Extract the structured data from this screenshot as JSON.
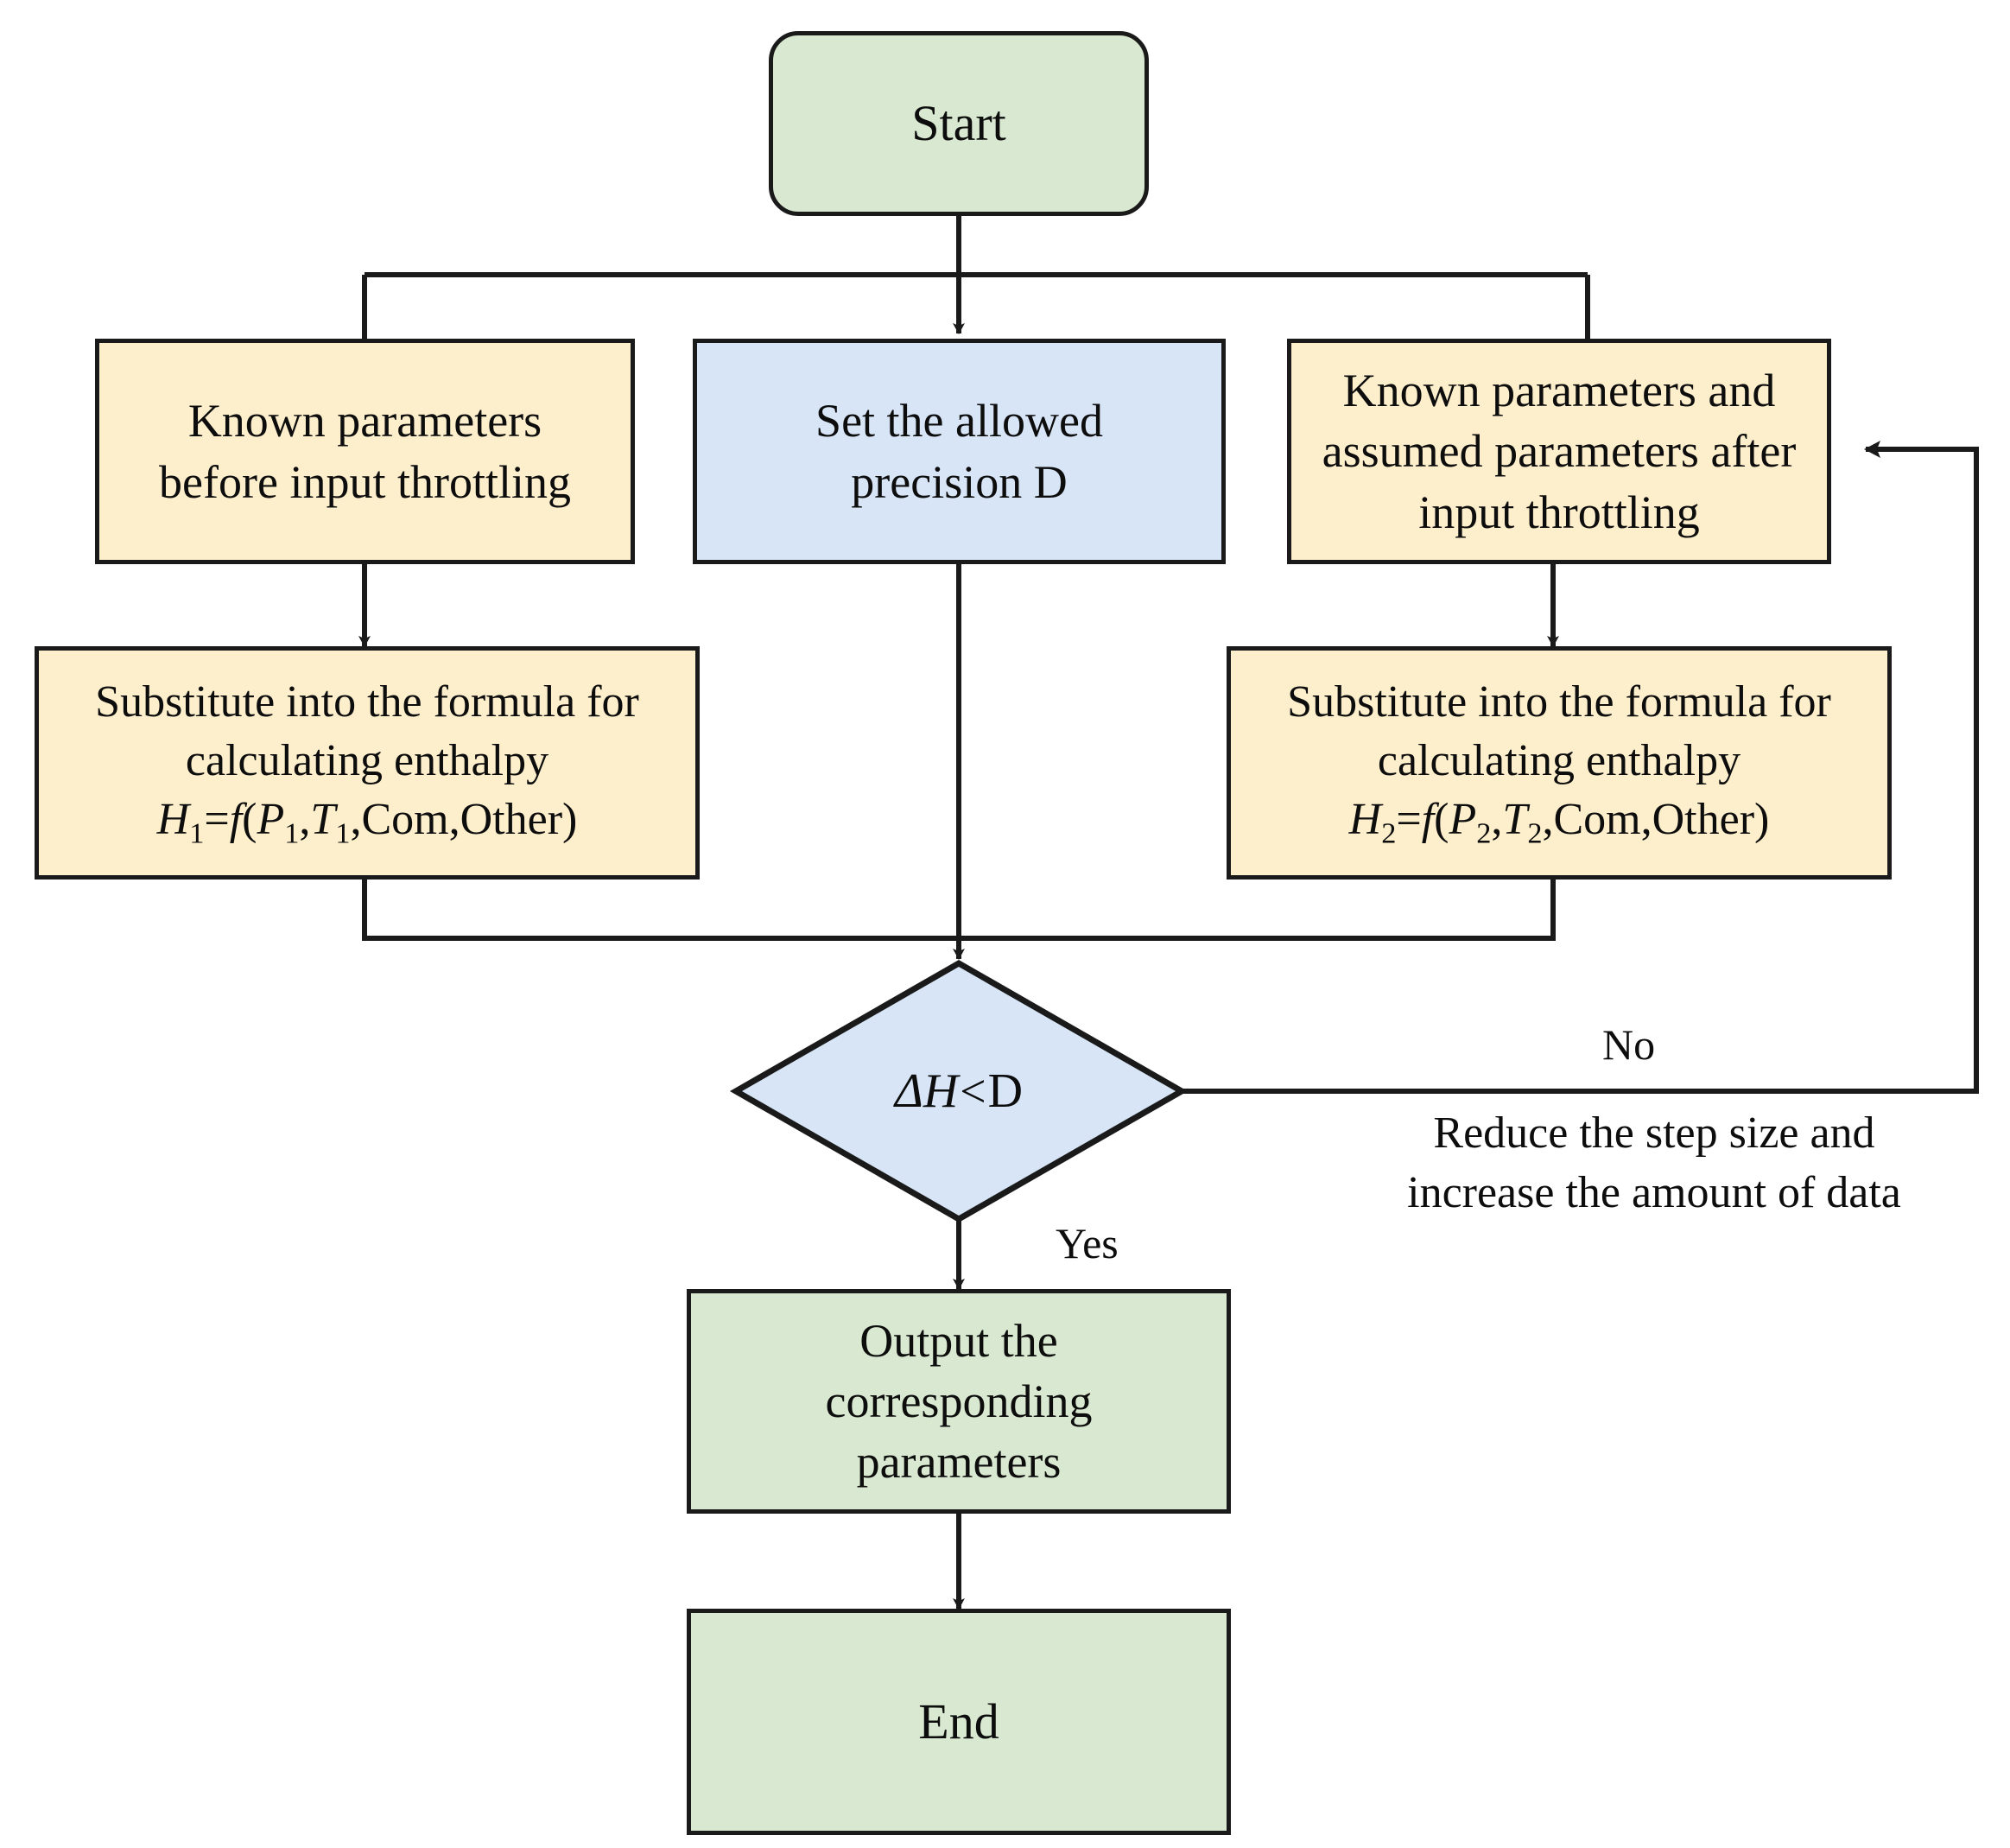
{
  "diagram": {
    "type": "flowchart",
    "title": "Enthalpy iteration flowchart",
    "colors": {
      "terminal_fill": "#d9e8d0",
      "process_fill": "#fdefcc",
      "decision_fill": "#d7e5f7",
      "stroke": "#1a1a1a",
      "background": "#ffffff"
    },
    "nodes": {
      "start": {
        "label": "Start",
        "shape": "rounded-rectangle",
        "fill": "#d9e8d0"
      },
      "known_before": {
        "line1": "Known parameters",
        "line2": "before input throttling",
        "shape": "rectangle",
        "fill": "#fdefcc"
      },
      "set_precision": {
        "line1": "Set the allowed",
        "line2": "precision D",
        "shape": "rectangle",
        "fill": "#d7e5f7"
      },
      "known_after": {
        "line1": "Known parameters and",
        "line2": "assumed parameters after",
        "line3": "input throttling",
        "shape": "rectangle",
        "fill": "#fdefcc"
      },
      "formula_left": {
        "line1": "Substitute into the formula for",
        "line2": "calculating enthalpy",
        "formula": "H1=f(P1,T1,Com,Other)",
        "formula_parts": {
          "h": "H",
          "h_sub": "1",
          "eq": "=",
          "f": "f",
          "open": "(",
          "p": "P",
          "p_sub": "1",
          "comma1": ",",
          "t": "T",
          "t_sub": "1",
          "comma2": ",",
          "rest": "Com,Other)"
        },
        "shape": "rectangle",
        "fill": "#fdefcc"
      },
      "formula_right": {
        "line1": "Substitute into the formula for",
        "line2": "calculating enthalpy",
        "formula": "H2=f(P2,T2,Com,Other)",
        "formula_parts": {
          "h": "H",
          "h_sub": "2",
          "eq": "=",
          "f": "f",
          "open": "(",
          "p": "P",
          "p_sub": "2",
          "comma1": ",",
          "t": "T",
          "t_sub": "2",
          "comma2": ",",
          "rest": "Com,Other)"
        },
        "shape": "rectangle",
        "fill": "#fdefcc"
      },
      "decision": {
        "delta": "Δ",
        "h": "H",
        "operator": "<",
        "threshold": "D",
        "label": "ΔH<D",
        "shape": "diamond",
        "fill": "#d7e5f7"
      },
      "output": {
        "line1": "Output the",
        "line2": "corresponding",
        "line3": "parameters",
        "shape": "rectangle",
        "fill": "#d9e8d0"
      },
      "end": {
        "label": "End",
        "shape": "rectangle",
        "fill": "#d9e8d0"
      }
    },
    "edge_labels": {
      "no": "No",
      "yes": "Yes"
    },
    "loop_note": {
      "line1": "Reduce the step size and",
      "line2": "increase the amount of data"
    }
  }
}
